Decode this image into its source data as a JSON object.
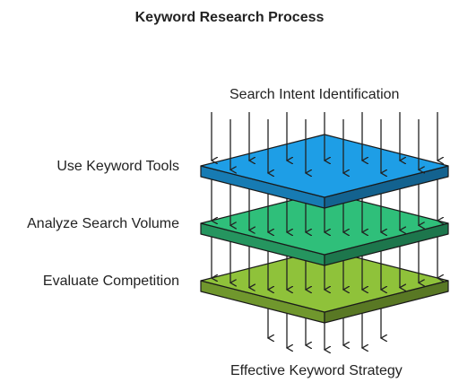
{
  "title": "Keyword Research Process",
  "input_label": "Search Intent Identification",
  "output_label": "Effective Keyword Strategy",
  "layers": [
    {
      "label": "Use Keyword Tools",
      "color": "#1e9ee6"
    },
    {
      "label": "Analyze Search Volume",
      "color": "#2fbf7a"
    },
    {
      "label": "Evaluate Competition",
      "color": "#8fc23a"
    }
  ]
}
